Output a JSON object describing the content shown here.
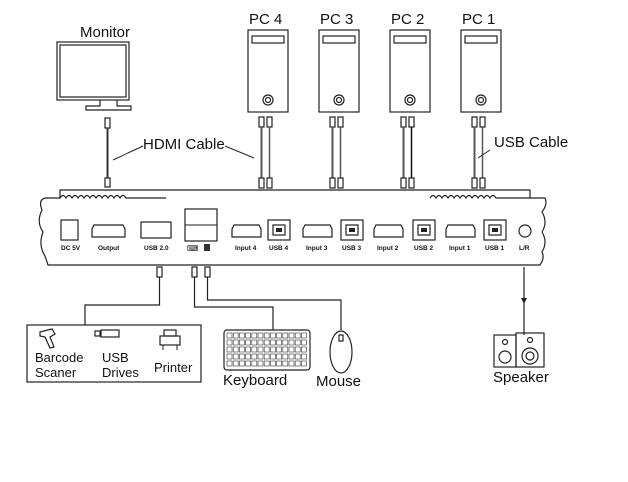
{
  "title": "KVM switch connection diagram",
  "devices": {
    "monitor": "Monitor",
    "pcs": [
      "PC 4",
      "PC 3",
      "PC 2",
      "PC 1"
    ],
    "hdmi_cable": "HDMI Cable",
    "usb_cable": "USB Cable",
    "peripherals_box": [
      {
        "line1": "Barcode",
        "line2": "Scaner"
      },
      {
        "line1": "USB",
        "line2": "Drives"
      },
      {
        "line1": "Printer",
        "line2": ""
      }
    ],
    "keyboard": "Keyboard",
    "mouse": "Mouse",
    "speaker": "Speaker"
  },
  "ports": {
    "dc": "DC 5V",
    "output": "Output",
    "usb20": "USB 2.0",
    "input4": "Input 4",
    "usb4": "USB 4",
    "input3": "Input 3",
    "usb3": "USB 3",
    "input2": "Input 2",
    "usb2": "USB 2",
    "input1": "Input 1",
    "usb1": "USB 1",
    "lr": "L/R"
  }
}
